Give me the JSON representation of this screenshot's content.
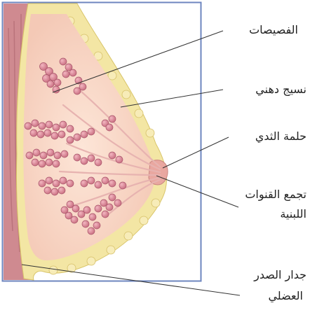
{
  "labels": {
    "lobules": "الفصيصات",
    "fatty_tissue": "نسيج دهني",
    "nipple": "حلمة الثدي",
    "ducts_line1": "تجمع القنوات",
    "ducts_line2": "اللبنية",
    "chest_wall_line1": "جدار الصدر",
    "chest_wall_line2": "العضلي"
  },
  "colors": {
    "frame": "#6e86bf",
    "fat": "#f3e6a4",
    "tissue": "#f9d9c9",
    "lobule": "#d98a9a",
    "chest_wall": "#cf8a90",
    "leader_line": "#333333"
  }
}
